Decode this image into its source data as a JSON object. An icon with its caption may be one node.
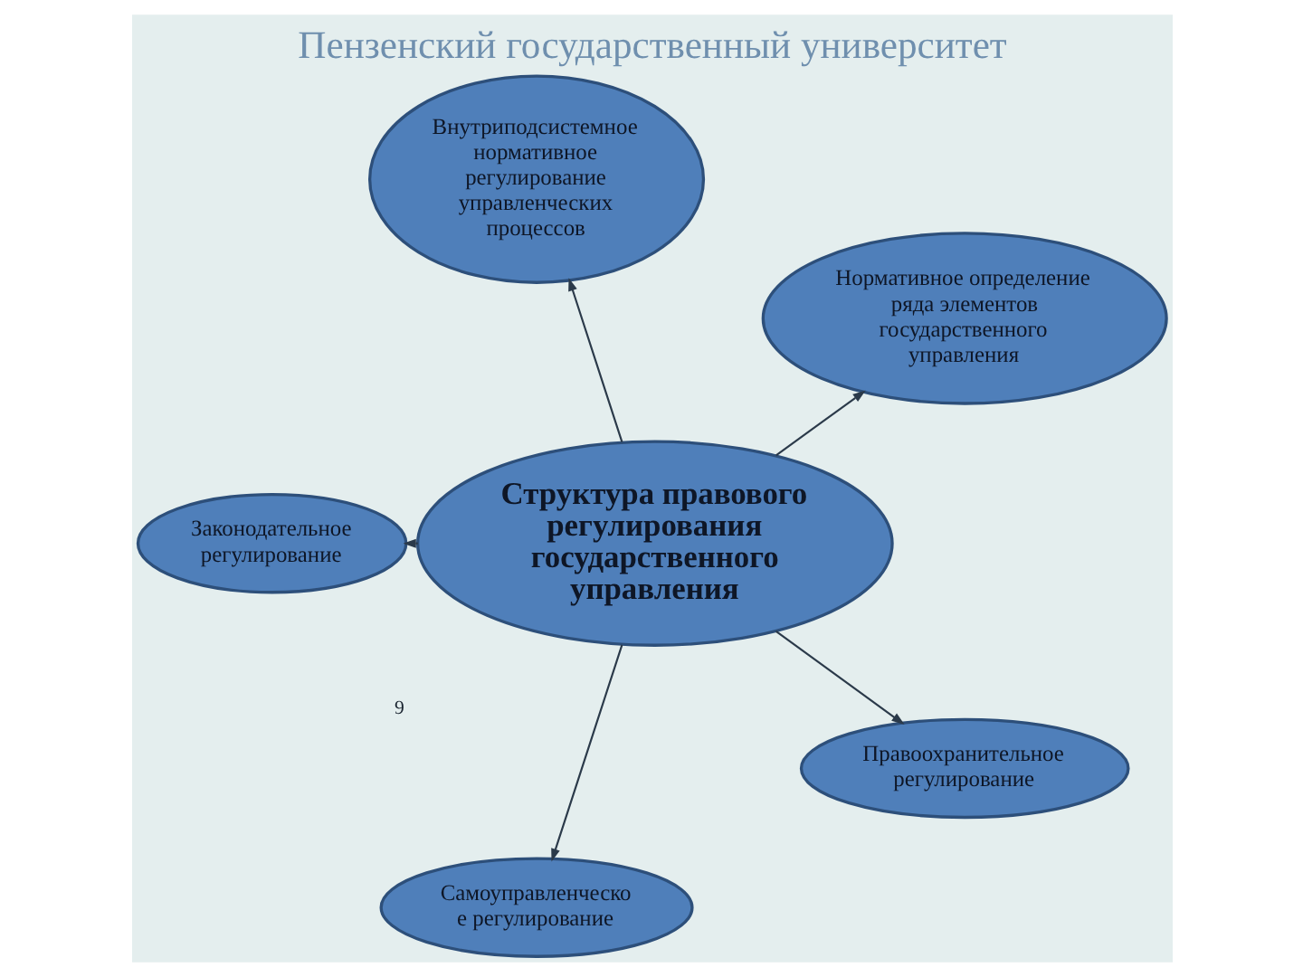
{
  "diagram": {
    "title": "Пензенский государственный университет",
    "nodes": [
      {
        "text": [
          "Внутриподсистемное нормативное регулирование управленческих процессов"
        ]
      },
      {
        "text": [
          "Нормативное определение ряда элементов государственного управления"
        ]
      },
      {
        "text": [
          "Структура правового регулирования государственного управления"
        ]
      },
      {
        "text": [
          "Законодательное регулирование"
        ]
      },
      {
        "text": [
          "Правоохранительное регулирование"
        ]
      },
      {
        "text": [
          "Самоуправленческо е регулирование"
        ]
      }
    ],
    "edges": [
      {
        "from": 2,
        "to": 0,
        "arrow": "to"
      },
      {
        "from": 2,
        "to": 1,
        "arrow": "to"
      },
      {
        "from": 2,
        "to": 3,
        "arrow": "to"
      },
      {
        "from": 2,
        "to": 4,
        "arrow": "to"
      },
      {
        "from": 2,
        "to": 5,
        "arrow": "to"
      }
    ],
    "labels": [
      "9"
    ]
  }
}
